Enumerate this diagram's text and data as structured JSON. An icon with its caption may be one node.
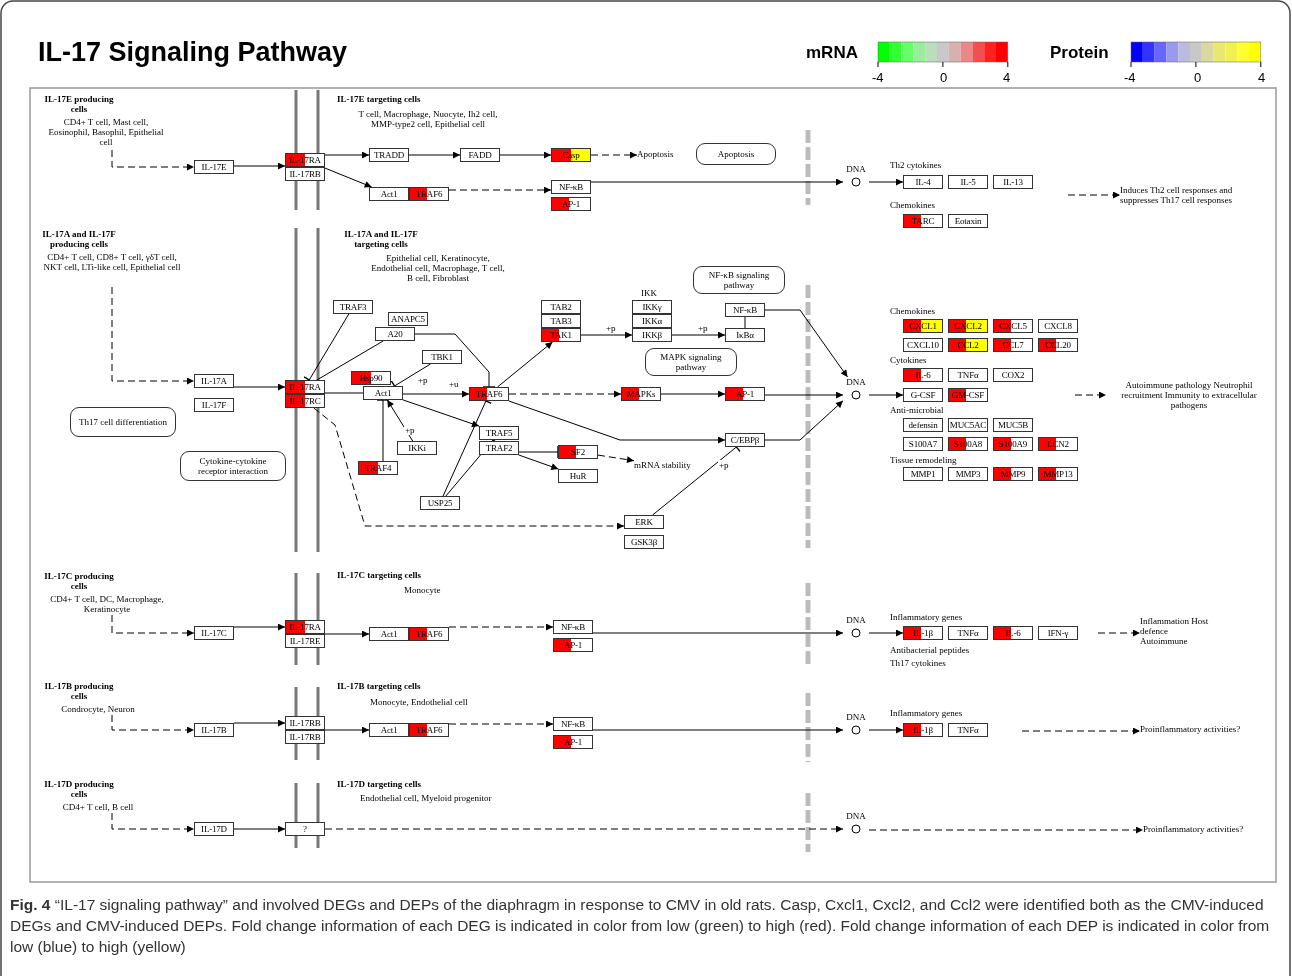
{
  "diagram": {
    "title": "IL-17 Signaling Pathway",
    "caption": "**Fig. 4** “IL-17 signaling pathway” and involved DEGs and DEPs of the diaphragm in response to CMV in old rats. Casp, Cxcl1, Cxcl2, and Ccl2 were identified both as the CMV-induced DEGs and CMV-induced DEPs. Fold change information of each DEG is indicated in color from low (green) to high (red). Fold change information of each DEP is indicated in color from low (blue) to high (yellow)",
    "nodes": [
      {
        "text": [
          "IL-17E producing cells",
          "CD4+ T cell, Mast cell, Eosinophil, Basophil, Epithelial cell"
        ]
      },
      {
        "text": [
          "IL-17E"
        ]
      },
      {
        "text": [
          "IL-17RA"
        ]
      },
      {
        "text": [
          "IL-17RB"
        ]
      },
      {
        "text": [
          "TRADD"
        ]
      },
      {
        "text": [
          "FADD"
        ]
      },
      {
        "text": [
          "Casp"
        ]
      },
      {
        "text": [
          "Apoptosis"
        ]
      },
      {
        "text": [
          "Apoptosis"
        ]
      },
      {
        "text": [
          "Act1"
        ]
      },
      {
        "text": [
          "TRAF6"
        ]
      },
      {
        "text": [
          "NF-κB"
        ]
      },
      {
        "text": [
          "AP-1"
        ]
      },
      {
        "text": [
          "DNA"
        ]
      },
      {
        "text": [
          "IL-4"
        ]
      },
      {
        "text": [
          "IL-5"
        ]
      },
      {
        "text": [
          "IL-13"
        ]
      },
      {
        "text": [
          "TARC"
        ]
      },
      {
        "text": [
          "Eotaxin"
        ]
      },
      {
        "text": [
          "Induces Th2 cell responses and suppresses Th17 cell responses"
        ]
      },
      {
        "text": [
          "IL-17A and IL-17F producing cells",
          "CD4+ T cell, CD8+ T cell, γδT cell, NKT cell, LTi-like cell, Epithelial cell"
        ]
      },
      {
        "text": [
          "IL-17A"
        ]
      },
      {
        "text": [
          "IL-17F"
        ]
      },
      {
        "text": [
          "Th17 cell differentiation"
        ]
      },
      {
        "text": [
          "Cytokine-cytokine receptor interaction"
        ]
      },
      {
        "text": [
          "IL-17RA"
        ]
      },
      {
        "text": [
          "IL-17RC"
        ]
      },
      {
        "text": [
          "TRAF3"
        ]
      },
      {
        "text": [
          "ANAPC5"
        ]
      },
      {
        "text": [
          "A20"
        ]
      },
      {
        "text": [
          "TBK1"
        ]
      },
      {
        "text": [
          "Hsp90"
        ]
      },
      {
        "text": [
          "Act1"
        ]
      },
      {
        "text": [
          "TRAF6"
        ]
      },
      {
        "text": [
          "TRAF4"
        ]
      },
      {
        "text": [
          "IKKi"
        ]
      },
      {
        "text": [
          "USP25"
        ]
      },
      {
        "text": [
          "TAB2"
        ]
      },
      {
        "text": [
          "TAB3"
        ]
      },
      {
        "text": [
          "TAK1"
        ]
      },
      {
        "text": [
          "IKKγ"
        ]
      },
      {
        "text": [
          "IKKα"
        ]
      },
      {
        "text": [
          "IKKβ"
        ]
      },
      {
        "text": [
          "NF-κB signaling pathway"
        ]
      },
      {
        "text": [
          "NF-κB"
        ]
      },
      {
        "text": [
          "IκBα"
        ]
      },
      {
        "text": [
          "MAPK signaling pathway"
        ]
      },
      {
        "text": [
          "MAPKs"
        ]
      },
      {
        "text": [
          "AP-1"
        ]
      },
      {
        "text": [
          "TRAF5"
        ]
      },
      {
        "text": [
          "TRAF2"
        ]
      },
      {
        "text": [
          "SF2"
        ]
      },
      {
        "text": [
          "HuR"
        ]
      },
      {
        "text": [
          "mRNA stability"
        ]
      },
      {
        "text": [
          "C/EBPβ"
        ]
      },
      {
        "text": [
          "ERK"
        ]
      },
      {
        "text": [
          "GSK3β"
        ]
      },
      {
        "text": [
          "DNA"
        ]
      },
      {
        "text": [
          "CXCL1"
        ]
      },
      {
        "text": [
          "CXCL2"
        ]
      },
      {
        "text": [
          "CXCL5"
        ]
      },
      {
        "text": [
          "CXCL8"
        ]
      },
      {
        "text": [
          "CXCL10"
        ]
      },
      {
        "text": [
          "CCL2"
        ]
      },
      {
        "text": [
          "CCL7"
        ]
      },
      {
        "text": [
          "CCL20"
        ]
      },
      {
        "text": [
          "IL-6"
        ]
      },
      {
        "text": [
          "TNFα"
        ]
      },
      {
        "text": [
          "COX2"
        ]
      },
      {
        "text": [
          "G-CSF"
        ]
      },
      {
        "text": [
          "GM-CSF"
        ]
      },
      {
        "text": [
          "defensin"
        ]
      },
      {
        "text": [
          "MUC5AC"
        ]
      },
      {
        "text": [
          "MUC5B"
        ]
      },
      {
        "text": [
          "S100A7"
        ]
      },
      {
        "text": [
          "S100A8"
        ]
      },
      {
        "text": [
          "S100A9"
        ]
      },
      {
        "text": [
          "LCN2"
        ]
      },
      {
        "text": [
          "MMP1"
        ]
      },
      {
        "text": [
          "MMP3"
        ]
      },
      {
        "text": [
          "MMP9"
        ]
      },
      {
        "text": [
          "MMP13"
        ]
      },
      {
        "text": [
          "Autoimmune pathology Neutrophil recruitment Immunity to extracellular pathogens"
        ]
      },
      {
        "text": [
          "IL-17C producing cells",
          "CD4+ T cell, DC, Macrophage, Keratinocyte"
        ]
      },
      {
        "text": [
          "IL-17C"
        ]
      },
      {
        "text": [
          "IL-17RA"
        ]
      },
      {
        "text": [
          "IL-17RE"
        ]
      },
      {
        "text": [
          "Act1"
        ]
      },
      {
        "text": [
          "TRAF6"
        ]
      },
      {
        "text": [
          "NF-κB"
        ]
      },
      {
        "text": [
          "AP-1"
        ]
      },
      {
        "text": [
          "DNA"
        ]
      },
      {
        "text": [
          "IL-1β"
        ]
      },
      {
        "text": [
          "TNFα"
        ]
      },
      {
        "text": [
          "IL-6"
        ]
      },
      {
        "text": [
          "IFN-γ"
        ]
      },
      {
        "text": [
          "Inflammation Host defence Autoimmune"
        ]
      },
      {
        "text": [
          "IL-17B producing cells",
          "Condrocyte, Neuron"
        ]
      },
      {
        "text": [
          "IL-17B"
        ]
      },
      {
        "text": [
          "IL-17RB"
        ]
      },
      {
        "text": [
          "IL-17RB"
        ]
      },
      {
        "text": [
          "Act1"
        ]
      },
      {
        "text": [
          "TRAF6"
        ]
      },
      {
        "text": [
          "NF-κB"
        ]
      },
      {
        "text": [
          "AP-1"
        ]
      },
      {
        "text": [
          "DNA"
        ]
      },
      {
        "text": [
          "IL-1β"
        ]
      },
      {
        "text": [
          "TNFα"
        ]
      },
      {
        "text": [
          "Proinflammatory activities?"
        ]
      },
      {
        "text": [
          "IL-17D producing cells",
          "CD4+ T cell, B cell"
        ]
      },
      {
        "text": [
          "IL-17D"
        ]
      },
      {
        "text": [
          "?"
        ]
      },
      {
        "text": [
          "DNA"
        ]
      },
      {
        "text": [
          "Proinflammatory activities?"
        ]
      }
    ],
    "edges": [
      {
        "from": 0,
        "to": 1,
        "arrow": "to",
        "style": "dashed"
      },
      {
        "from": 1,
        "to": 2,
        "arrow": "to"
      },
      {
        "from": 2,
        "to": 4,
        "arrow": "to"
      },
      {
        "from": 2,
        "to": 9,
        "arrow": "to"
      },
      {
        "from": 4,
        "to": 5,
        "arrow": "to"
      },
      {
        "from": 5,
        "to": 6,
        "arrow": "to"
      },
      {
        "from": 6,
        "to": 7,
        "arrow": "to",
        "style": "dashed"
      },
      {
        "from": 10,
        "to": 11,
        "arrow": "to",
        "style": "dashed"
      },
      {
        "from": 11,
        "to": 13,
        "arrow": "to"
      },
      {
        "from": 13,
        "to": 14,
        "arrow": "to"
      },
      {
        "from": null,
        "to": 19,
        "arrow": "to",
        "style": "dashed"
      },
      {
        "from": 20,
        "to": 21,
        "arrow": "to",
        "style": "dashed"
      },
      {
        "from": 21,
        "to": 25,
        "arrow": "to"
      },
      {
        "from": 27,
        "to": 25,
        "arrow": "other"
      },
      {
        "from": 25,
        "to": 29,
        "arrow": "none"
      },
      {
        "from": 29,
        "to": 33,
        "arrow": "other"
      },
      {
        "from": 25,
        "to": 32,
        "arrow": "none"
      },
      {
        "from": 32,
        "to": 33,
        "arrow": "to",
        "label": "+u"
      },
      {
        "from": 30,
        "to": 32,
        "arrow": "other",
        "label": "+p"
      },
      {
        "from": 35,
        "to": 32,
        "arrow": "to",
        "label": "+p"
      },
      {
        "from": 34,
        "to": 32,
        "arrow": "other"
      },
      {
        "from": 32,
        "to": 49,
        "arrow": "to"
      },
      {
        "from": 36,
        "to": 33,
        "arrow": "other"
      },
      {
        "from": 36,
        "to": 49,
        "arrow": "other"
      },
      {
        "from": 33,
        "to": 39,
        "arrow": "to"
      },
      {
        "from": 39,
        "to": 42,
        "arrow": "to",
        "label": "+p"
      },
      {
        "from": 42,
        "to": 45,
        "arrow": "to",
        "label": "+p"
      },
      {
        "from": 44,
        "to": 45,
        "arrow": "none"
      },
      {
        "from": 44,
        "to": 57,
        "arrow": "to"
      },
      {
        "from": 33,
        "to": 47,
        "arrow": "to",
        "style": "dashed"
      },
      {
        "from": 47,
        "to": 48,
        "arrow": "to"
      },
      {
        "from": 48,
        "to": 57,
        "arrow": "to"
      },
      {
        "from": 33,
        "to": 54,
        "arrow": "to"
      },
      {
        "from": 54,
        "to": 57,
        "arrow": "to"
      },
      {
        "from": 50,
        "to": 51,
        "arrow": "other"
      },
      {
        "from": 50,
        "to": 52,
        "arrow": "to"
      },
      {
        "from": 51,
        "to": 53,
        "arrow": "to",
        "style": "dashed"
      },
      {
        "from": 26,
        "to": 55,
        "arrow": "to",
        "style": "dashed"
      },
      {
        "from": 55,
        "to": 54,
        "arrow": "other",
        "label": "+p"
      },
      {
        "from": 57,
        "to": 69,
        "arrow": "to"
      },
      {
        "from": null,
        "to": 82,
        "arrow": "to",
        "style": "dashed"
      },
      {
        "from": 83,
        "to": 84,
        "arrow": "to",
        "style": "dashed"
      },
      {
        "from": 84,
        "to": 85,
        "arrow": "to"
      },
      {
        "from": 85,
        "to": 87,
        "arrow": "to"
      },
      {
        "from": 88,
        "to": 89,
        "arrow": "to",
        "style": "dashed"
      },
      {
        "from": 89,
        "to": 91,
        "arrow": "to"
      },
      {
        "from": 91,
        "to": 92,
        "arrow": "to"
      },
      {
        "from": null,
        "to": 96,
        "arrow": "to",
        "style": "dashed"
      },
      {
        "from": 97,
        "to": 98,
        "arrow": "to",
        "style": "dashed"
      },
      {
        "from": 98,
        "to": 99,
        "arrow": "to"
      },
      {
        "from": 99,
        "to": 101,
        "arrow": "to"
      },
      {
        "from": 102,
        "to": 103,
        "arrow": "to",
        "style": "dashed"
      },
      {
        "from": 103,
        "to": 105,
        "arrow": "to"
      },
      {
        "from": 105,
        "to": 106,
        "arrow": "to"
      },
      {
        "from": null,
        "to": 108,
        "arrow": "to",
        "style": "dashed"
      },
      {
        "from": 109,
        "to": 110,
        "arrow": "to",
        "style": "dashed"
      },
      {
        "from": 110,
        "to": 111,
        "arrow": "to"
      },
      {
        "from": 111,
        "to": 112,
        "arrow": "to",
        "style": "dashed"
      },
      {
        "from": 112,
        "to": 113,
        "arrow": "to",
        "style": "dashed"
      }
    ],
    "labels": [
      "mRNA",
      "-4",
      "0",
      "4",
      "Protein",
      "-4",
      "0",
      "4",
      "IL-17E targeting cells",
      "T cell, Macrophage, Nuocyte, Ih2 cell, MMP-type2 cell, Epithelial cell",
      "Th2 cytokines",
      "Chemokines",
      "IL-17A and IL-17F targeting cells",
      "Epithelial cell, Keratinocyte, Endothelial cell, Macrophage, T cell, B cell, Fibroblast",
      "IKK",
      "Chemokines",
      "Cytokines",
      "Anti-microbial",
      "Tissue remodeling",
      "IL-17C targeting cells",
      "Monocyte",
      "Inflammatory genes",
      "Antibacterial peptides",
      "Th17 cytokines",
      "IL-17B targeting cells",
      "Monocyte, Endothelial cell",
      "Inflammatory genes",
      "IL-17D targeting cells",
      "Endothelial cell, Myeloid progenitor"
    ]
  }
}
